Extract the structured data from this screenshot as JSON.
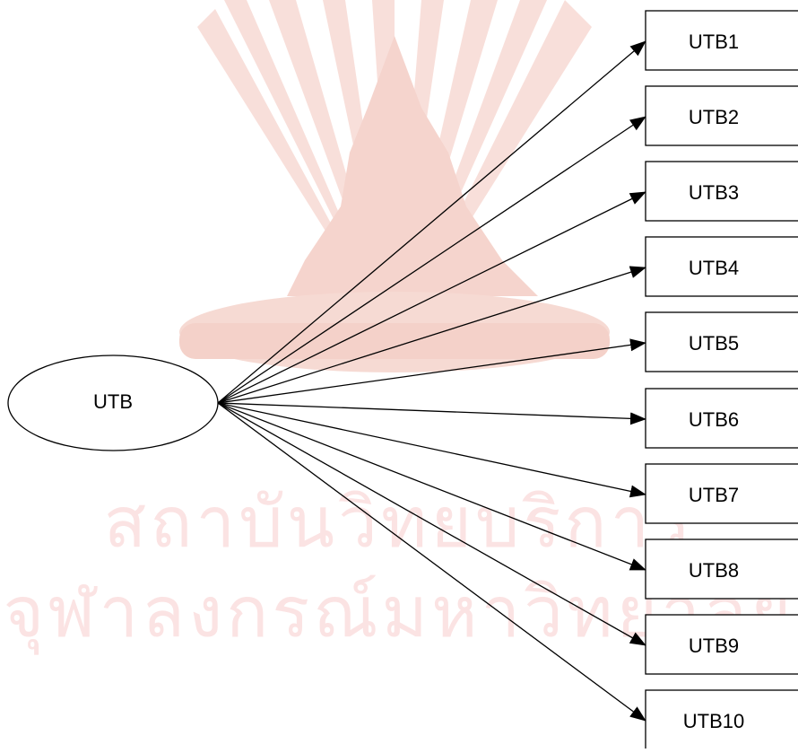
{
  "watermark": {
    "line1": "สถาบันวิทยบริการ",
    "line2": "จุฬาลงกรณ์มหาวิทยาลัย",
    "seal_color": "#f3c9c0"
  },
  "diagram": {
    "source": {
      "label": "UTB"
    },
    "targets": [
      {
        "label": "UTB1"
      },
      {
        "label": "UTB2"
      },
      {
        "label": "UTB3"
      },
      {
        "label": "UTB4"
      },
      {
        "label": "UTB5"
      },
      {
        "label": "UTB6"
      },
      {
        "label": "UTB7"
      },
      {
        "label": "UTB8"
      },
      {
        "label": "UTB9"
      },
      {
        "label": "UTB10"
      }
    ],
    "edge_color": "#000000"
  }
}
